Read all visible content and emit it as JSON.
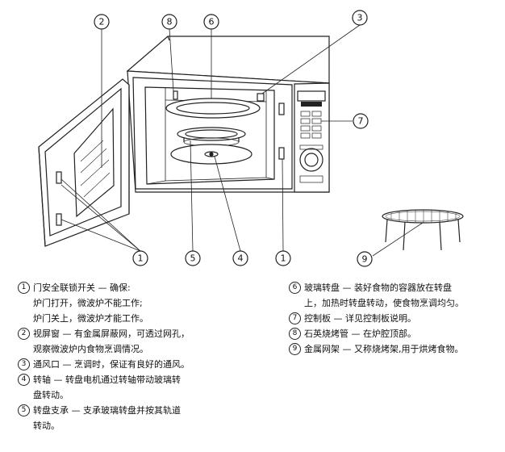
{
  "callouts": {
    "c1a": "1",
    "c1b": "1",
    "c2": "2",
    "c3": "3",
    "c4": "4",
    "c5": "5",
    "c6": "6",
    "c7": "7",
    "c8": "8",
    "c9": "9"
  },
  "legend": {
    "left": [
      {
        "num": "1",
        "lines": [
          "门安全联锁开关 — 确保:",
          "炉门打开，微波炉不能工作;",
          "炉门关上，微波炉才能工作。"
        ]
      },
      {
        "num": "2",
        "lines": [
          "视屏窗 — 有金属屏蔽网，可透过网孔，",
          "观察微波炉内食物烹调情况。"
        ]
      },
      {
        "num": "3",
        "lines": [
          "通风口 — 烹调时，保证有良好的通风。"
        ]
      },
      {
        "num": "4",
        "lines": [
          "转轴 — 转盘电机通过转轴带动玻璃转",
          "盘转动。"
        ]
      },
      {
        "num": "5",
        "lines": [
          "转盘支承 — 支承玻璃转盘并按其轨道",
          "转动。"
        ]
      }
    ],
    "right": [
      {
        "num": "6",
        "lines": [
          "玻璃转盘 — 装好食物的容器放在转盘",
          "上，加热时转盘转动，使食物烹调均匀。"
        ]
      },
      {
        "num": "7",
        "lines": [
          "控制板 — 详见控制板说明。"
        ]
      },
      {
        "num": "8",
        "lines": [
          "石英烧烤管 — 在炉腔顶部。"
        ]
      },
      {
        "num": "9",
        "lines": [
          "金属网架 — 又称烧烤架,用于烘烤食物。"
        ]
      }
    ]
  }
}
